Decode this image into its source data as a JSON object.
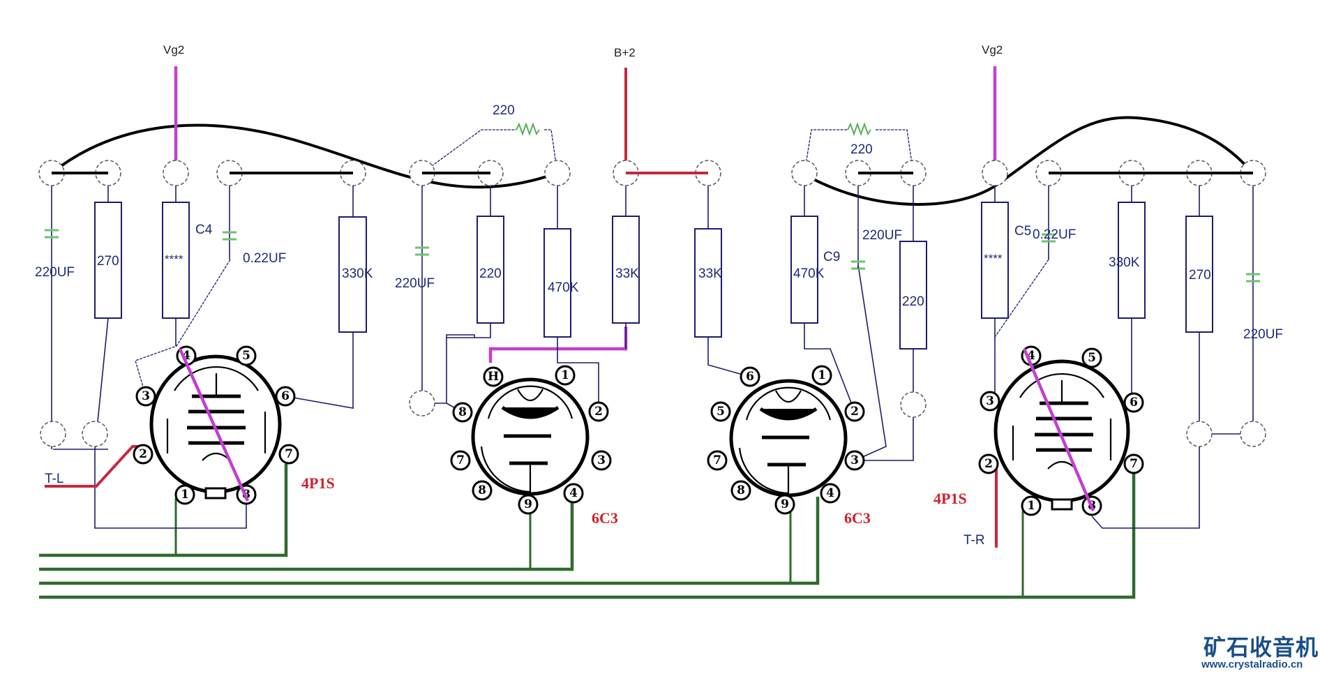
{
  "supply_labels": {
    "vg2_left": "Vg2",
    "vg2_right": "Vg2",
    "b_plus": "B+2"
  },
  "output_labels": {
    "t_left": "T-L",
    "t_right": "T-R"
  },
  "tubes": [
    {
      "name": "4P1S",
      "side": "left",
      "pins": [
        "1",
        "2",
        "3",
        "4",
        "5",
        "6",
        "7",
        "8"
      ]
    },
    {
      "name": "6C3",
      "side": "center-left",
      "pins": [
        "H",
        "1",
        "8",
        "2",
        "7",
        "3",
        "8",
        "9",
        "4"
      ]
    },
    {
      "name": "6C3",
      "side": "center-right",
      "pins": [
        "6",
        "1",
        "5",
        "2",
        "7",
        "3",
        "8",
        "9",
        "4"
      ]
    },
    {
      "name": "4P1S",
      "side": "right",
      "pins": [
        "1",
        "2",
        "3",
        "4",
        "5",
        "6",
        "7",
        "8"
      ]
    }
  ],
  "components": {
    "left": {
      "cap_bypass": "220UF",
      "r_cathode": "270",
      "r_screen": "****",
      "coupling_cap_ref": "C4",
      "coupling_cap_value": "0.22UF",
      "r_grid": "330K"
    },
    "center_left": {
      "cap_bypass": "220UF",
      "r_top": "220",
      "r_cathode": "220",
      "r_grid": "470K",
      "r_plate": "33K"
    },
    "center_right": {
      "r_plate": "33K",
      "r_grid": "470K",
      "coupling_cap_ref": "C9",
      "cap_bypass": "220UF",
      "r_top": "220",
      "r_cathode": "220"
    },
    "right": {
      "r_screen": "****",
      "coupling_cap_ref": "C5",
      "coupling_cap_value": "0.22UF",
      "r_grid": "330K",
      "r_cathode": "270",
      "cap_bypass": "220UF"
    }
  },
  "colors": {
    "signal_wire": "#1c1c6e",
    "screen_supply": "#c23fcf",
    "b_plus": "#c8283a",
    "heater_bus": "#2e6b2e",
    "capacitor": "#6cc46c",
    "tube_label": "#d21f2a"
  },
  "watermark": {
    "title": "矿石收音机",
    "url": "www.crystalradio.cn"
  }
}
